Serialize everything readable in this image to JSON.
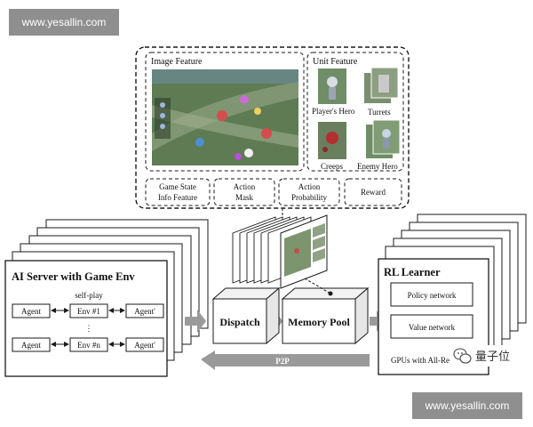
{
  "watermarks": {
    "top": "www.yesallin.com",
    "bottom": "www.yesallin.com"
  },
  "features": {
    "image_feature": "Image Feature",
    "unit_feature": "Unit Feature",
    "players_hero": "Player's Hero",
    "turrets": "Turrets",
    "creeps": "Creeps",
    "enemy_hero": "Enemy Hero",
    "game_state_line1": "Game State",
    "game_state_line2": "Info Feature",
    "action_mask_line1": "Action",
    "action_mask_line2": "Mask",
    "action_prob_line1": "Action",
    "action_prob_line2": "Probability",
    "reward": "Reward"
  },
  "ai_server": {
    "title": "AI Server with Game Env",
    "self_play": "self-play",
    "agent": "Agent",
    "env_1": "Env #1",
    "env_n": "Env #n",
    "agent_prime": "Agent'",
    "dots": "⋮"
  },
  "pipeline": {
    "dispatch": "Dispatch",
    "memory_pool": "Memory Pool",
    "p2p": "P2P"
  },
  "learner": {
    "title": "RL Learner",
    "policy": "Policy network",
    "value": "Value network",
    "gpus": "GPUs with All-Re"
  },
  "brand": {
    "mark": "量子位"
  },
  "colors": {
    "line": "#1a1a1a",
    "arrow_gray": "#9a9a9a",
    "map_green": "#5e7b54"
  }
}
